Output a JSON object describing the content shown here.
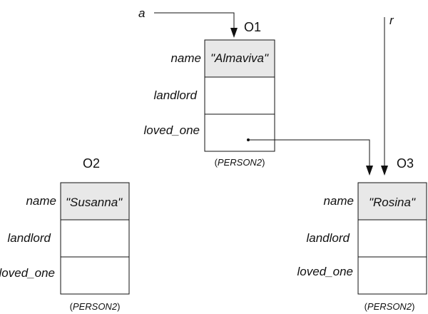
{
  "variables": {
    "a": "a",
    "r": "r"
  },
  "objects": {
    "o1": {
      "id": "O1",
      "fields": {
        "name": "name",
        "landlord": "landlord",
        "loved_one": "loved_one"
      },
      "name_value": "\"Almaviva\"",
      "class_paren_open": "(",
      "class_name": "PERSON2",
      "class_paren_close": ")"
    },
    "o2": {
      "id": "O2",
      "fields": {
        "name": "name",
        "landlord": "landlord",
        "loved_one": "loved_one"
      },
      "name_value": "\"Susanna\"",
      "class_paren_open": "(",
      "class_name": "PERSON2",
      "class_paren_close": ")"
    },
    "o3": {
      "id": "O3",
      "fields": {
        "name": "name",
        "landlord": "landlord",
        "loved_one": "loved_one"
      },
      "name_value": "\"Rosina\"",
      "class_paren_open": "(",
      "class_name": "PERSON2",
      "class_paren_close": ")"
    }
  }
}
